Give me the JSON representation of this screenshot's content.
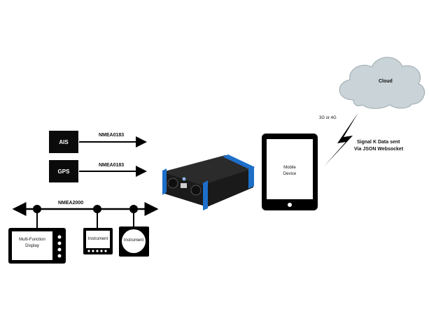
{
  "sources": [
    {
      "label": "AIS",
      "link": "NMEA0183"
    },
    {
      "label": "GPS",
      "link": "NMEA0183"
    }
  ],
  "bus": {
    "label": "NMEA2000"
  },
  "displays": {
    "mfd": "Multi-Function Display",
    "instrument_rect": "Instrument",
    "instrument_round": "Instrument"
  },
  "mobile": {
    "label": "Mobile Device"
  },
  "wireless": {
    "label": "3G or 4G"
  },
  "signalk": {
    "line1": "Signal K Data sent",
    "line2": "Via JSON Websocket"
  },
  "cloud": {
    "label": "Cloud"
  },
  "colors": {
    "gateway_accent": "#1e6fc8",
    "gateway_body": "#1a1a1a",
    "cloud_fill": "#c9d3d8",
    "cloud_stroke": "#9aa7ad"
  }
}
